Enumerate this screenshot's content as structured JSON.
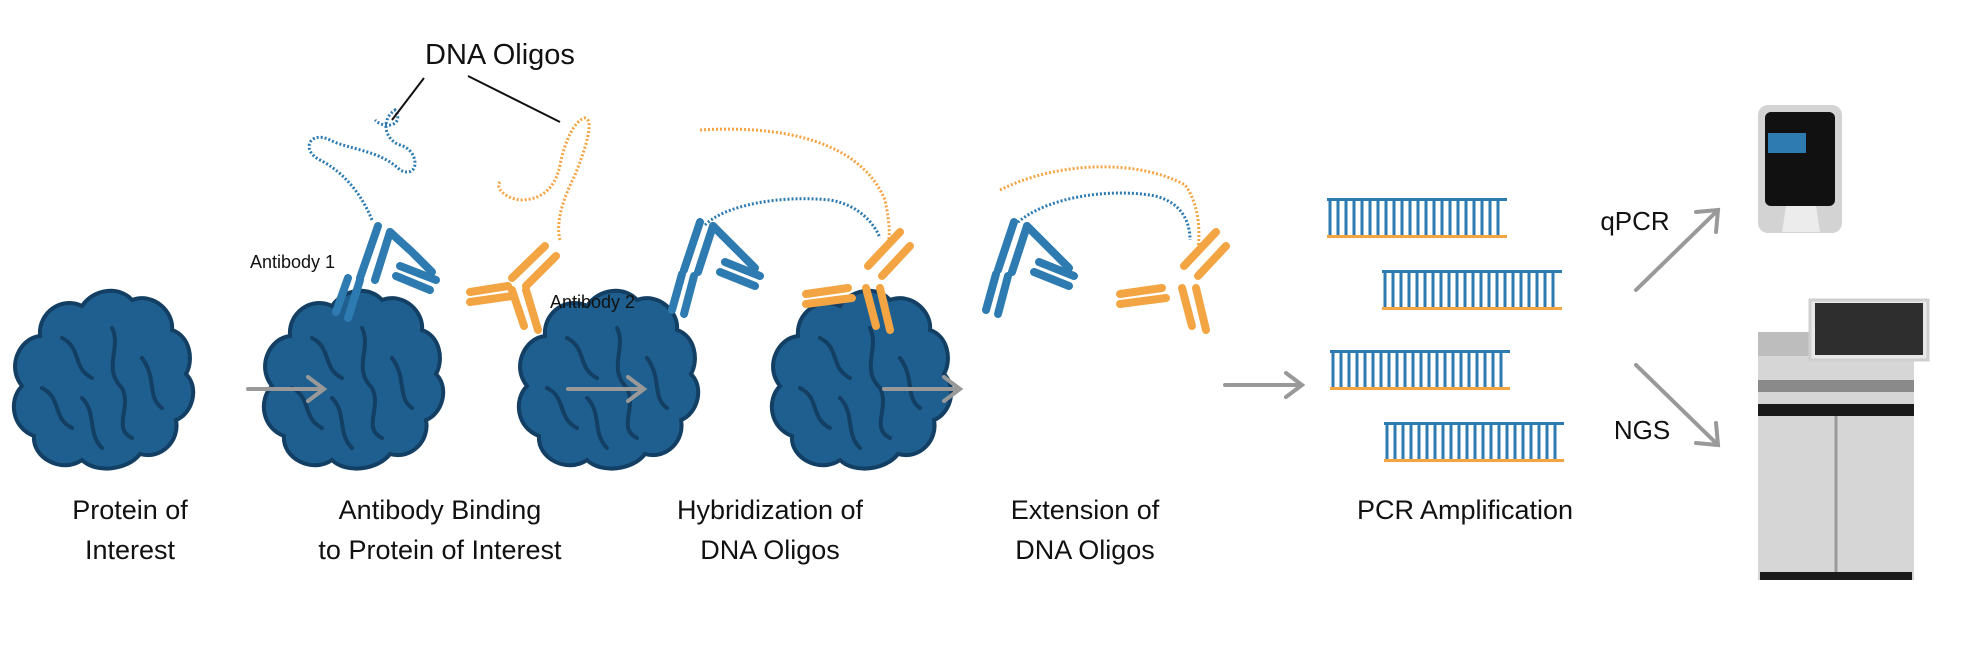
{
  "colors": {
    "protein": "#1e5f8f",
    "protein_dark": "#123f63",
    "blue": "#2d7bb0",
    "orange": "#f3a443",
    "arrow": "#999999",
    "device_gray": "#cfcfcf",
    "device_dark": "#1a1a1a"
  },
  "labels": {
    "dna_oligos": "DNA Oligos",
    "antibody1": "Antibody 1",
    "antibody2": "Antibody 2",
    "qpcr": "qPCR",
    "ngs": "NGS"
  },
  "steps": [
    {
      "line1": "Protein of",
      "line2": "Interest"
    },
    {
      "line1": "Antibody Binding",
      "line2": "to Protein of Interest"
    },
    {
      "line1": "Hybridization of",
      "line2": "DNA Oligos"
    },
    {
      "line1": "Extension of",
      "line2": "DNA Oligos"
    },
    {
      "line1": "PCR Amplification",
      "line2": ""
    }
  ],
  "icons": {
    "protein": "protein-blob-icon",
    "antibody": "y-shaped-antibody-icon",
    "arrow": "right-arrow-icon",
    "qpcr_device": "qpcr-machine-icon",
    "ngs_device": "sequencer-machine-icon"
  }
}
